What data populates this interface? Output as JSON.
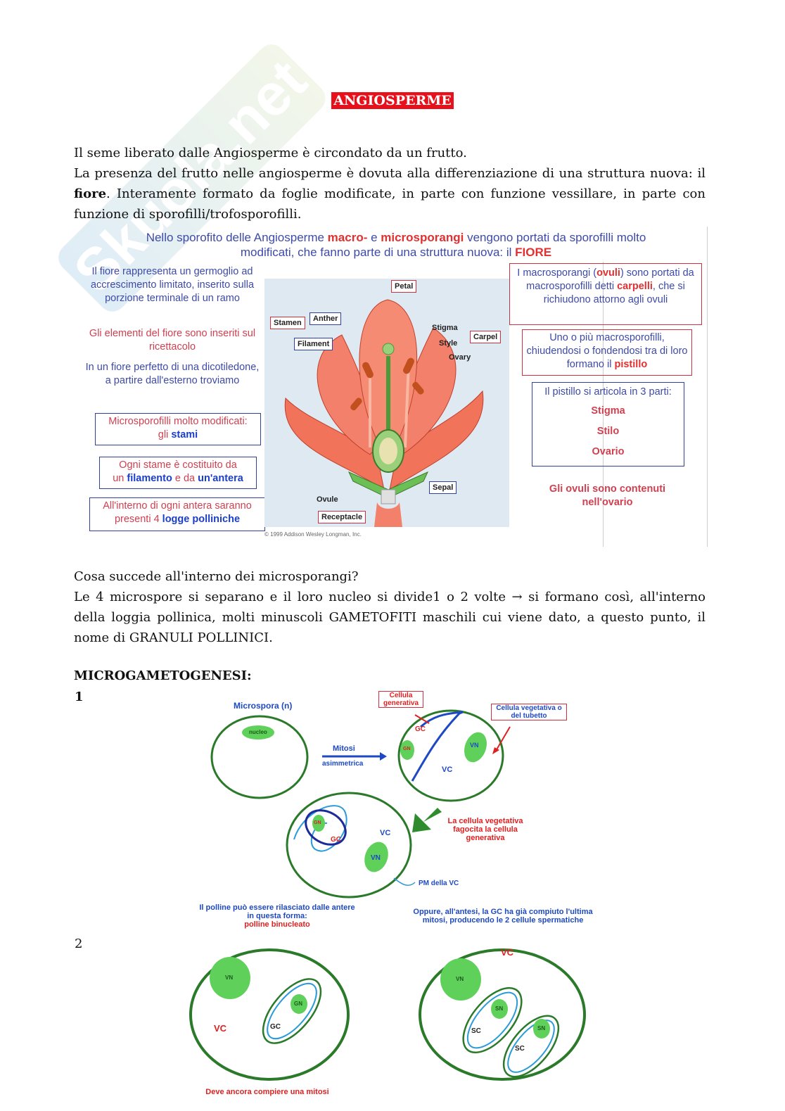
{
  "title": "ANGIOSPERME",
  "intro": {
    "p1": "Il seme liberato dalle Angiosperme è circondato da un frutto.",
    "p2_a": "La presenza del frutto nelle angiosperme è dovuta alla differenziazione di una struttura nuova: il ",
    "p2_bold": "fiore",
    "p2_b": ". Interamente formato da foglie modificate, in parte con funzione vessillare, in parte con funzione di sporofilli/trofosporofilli."
  },
  "slide": {
    "title_1": "Nello sporofito delle Angiosperme ",
    "title_macro": "macro-",
    "title_e": " e ",
    "title_micro": "microsporangi",
    "title_2": " vengono portati  da sporofilli molto",
    "title_3": "modificati, che fanno parte di una struttura nuova: il ",
    "title_fiore": "FIORE",
    "left_1": "Il fiore rappresenta un germoglio ad accrescimento limitato, inserito sulla porzione terminale di un ramo",
    "left_2": "Gli elementi del fiore sono inseriti sul ricettacolo",
    "left_3": "In un fiore perfetto di una dicotiledone,  a partire dall'esterno troviamo",
    "box_1a": "Microsporofilli molto modificati:",
    "box_1b": "gli ",
    "box_1c": "stami",
    "box_2a": "Ogni stame è costituito da",
    "box_2b": "un ",
    "box_2c": "filamento",
    "box_2d": " e da ",
    "box_2e": "un'antera",
    "box_3a": "All'interno di ogni antera saranno",
    "box_3b": "presenti 4 ",
    "box_3c": "logge polliniche",
    "right_1a": "I macrosporangi (",
    "right_1b": "ovuli",
    "right_1c": ") sono portati da macrosporofilli detti ",
    "right_1d": "carpelli",
    "right_1e": ", che si richiudono attorno agli ovuli",
    "right_2a": "Uno o più macrosporofilli, chiudendosi o fondendosi tra di loro formano il ",
    "right_2b": "pistillo",
    "right_3": "Il pistillo si articola in 3 parti:",
    "parts": [
      "Stigma",
      "Stilo",
      "Ovario"
    ],
    "right_4": "Gli ovuli sono contenuti nell'ovario",
    "flower_labels": {
      "petal": "Petal",
      "stamen": "Stamen",
      "anther": "Anther",
      "filament": "Filament",
      "stigma": "Stigma",
      "style": "Style",
      "ovary": "Ovary",
      "carpel": "Carpel",
      "ovule": "Ovule",
      "sepal": "Sepal",
      "receptacle": "Receptacle",
      "copyright": "© 1999 Addison Wesley Longman, Inc."
    }
  },
  "mid": {
    "q": "Cosa succede all'interno dei microsporangi?",
    "p": "Le 4 microspore si separano e il loro nucleo si divide1 o 2 volte → si formano così, all'interno della loggia pollinica, molti minuscoli GAMETOFITI maschili cui viene dato, a questo punto, il nome di GRANULI POLLINICI."
  },
  "micro": {
    "heading": "MICROGAMETOGENESI:",
    "num1": "1",
    "num2": "2",
    "microspora": "Microspora (n)",
    "nucleo": "nucleo",
    "mitosi": "Mitosi",
    "asimmetrica": "asimmetrica",
    "cellula_gen": "Cellula generativa",
    "cellula_veg": "Cellula vegetativa o del tubetto",
    "gc": "GC",
    "gn": "GN",
    "vn": "VN",
    "vc": "VC",
    "sn": "SN",
    "sc": "SC",
    "fagocita": "La cellula vegetativa fagocita la cellula generativa",
    "pm": "PM della VC",
    "rilasciato_1": "Il polline può essere rilasciato dalle antere",
    "rilasciato_2": "in questa forma:",
    "binucleato": "polline binucleato",
    "oppure_1": "Oppure, all'antesi, la GC ha già compiuto l'ultima",
    "oppure_2": "mitosi, producendo le 2 cellule spermatiche",
    "deve": "Deve ancora compiere una mitosi"
  },
  "watermark": "Skuola.net"
}
